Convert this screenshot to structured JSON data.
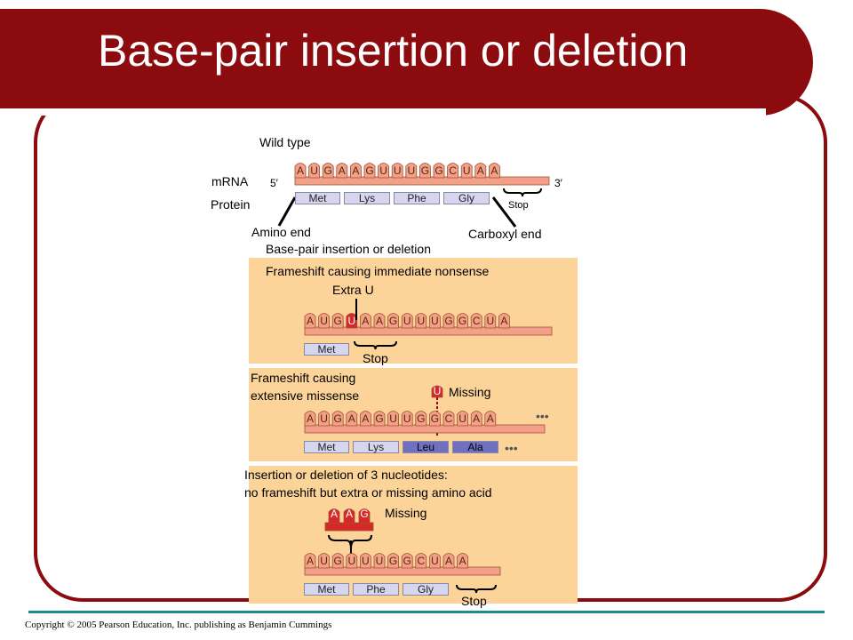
{
  "slide": {
    "title": "Base-pair insertion or deletion",
    "copyright": "Copyright © 2005 Pearson Education, Inc. publishing as Benjamin Cummings",
    "colors": {
      "title_band": "#8b0b0e",
      "panel": "#fcd49a",
      "mrna": "#f2a08a",
      "mutant": "#d62828",
      "protein": "#d6d6ee",
      "protein_dark": "#7070c0",
      "footer_rule": "#1f8a8a"
    }
  },
  "wild_type": {
    "label": "Wild type",
    "mrna_label": "mRNA",
    "protein_label": "Protein",
    "five_prime": "5′",
    "three_prime": "3′",
    "bases": [
      "A",
      "U",
      "G",
      "A",
      "A",
      "G",
      "U",
      "U",
      "U",
      "G",
      "G",
      "C",
      "U",
      "A",
      "A"
    ],
    "amino_acids": [
      "Met",
      "Lys",
      "Phe",
      "Gly"
    ],
    "stop": "Stop",
    "amino_end": "Amino end",
    "carboxyl_end": "Carboxyl end"
  },
  "section_heading": "Base-pair insertion or deletion",
  "panel1": {
    "title": "Frameshift causing immediate nonsense",
    "note": "Extra U",
    "bases": [
      "A",
      "U",
      "G",
      "U",
      "A",
      "A",
      "G",
      "U",
      "U",
      "U",
      "G",
      "G",
      "C",
      "U",
      "A"
    ],
    "mutant_index": 3,
    "amino_acids": [
      "Met"
    ],
    "stop": "Stop"
  },
  "panel2": {
    "title_line1": "Frameshift causing",
    "title_line2": "extensive missense",
    "missing_base": "U",
    "missing_label": "Missing",
    "bases": [
      "A",
      "U",
      "G",
      "A",
      "A",
      "G",
      "U",
      "U",
      "G",
      "G",
      "C",
      "U",
      "A",
      "A"
    ],
    "ellipsis": "•••",
    "amino_acids": [
      "Met",
      "Lys",
      "Leu",
      "Ala"
    ]
  },
  "panel3": {
    "title_line1": "Insertion or deletion of 3 nucleotides:",
    "title_line2": "no frameshift but extra or missing amino acid",
    "missing_bases": [
      "A",
      "A",
      "G"
    ],
    "missing_label": "Missing",
    "bases": [
      "A",
      "U",
      "G",
      "U",
      "U",
      "U",
      "G",
      "G",
      "C",
      "U",
      "A",
      "A"
    ],
    "amino_acids": [
      "Met",
      "Phe",
      "Gly"
    ],
    "stop": "Stop"
  }
}
